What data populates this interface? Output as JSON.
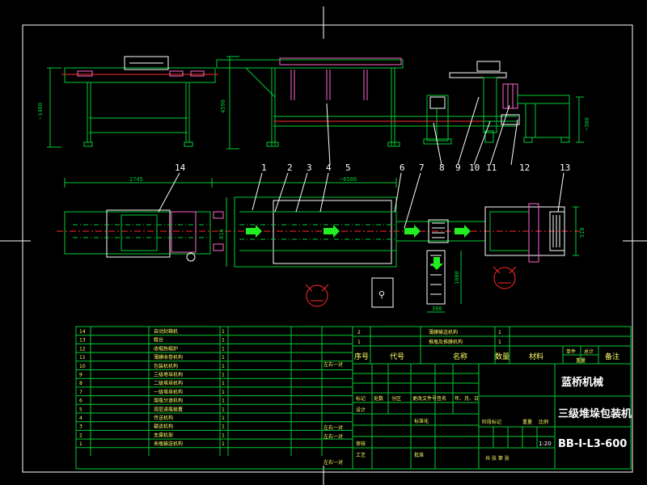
{
  "balloons": [
    "1",
    "2",
    "3",
    "4",
    "5",
    "6",
    "7",
    "8",
    "9",
    "10",
    "11",
    "12",
    "13",
    "14"
  ],
  "dimensions": {
    "top_height_left": "~1400",
    "top_height_mid": "4590",
    "top_height_right": "~300",
    "plan_length_left": "2745",
    "plan_length_main": "~6500",
    "plan_width_left": "810",
    "plan_width_right": "510",
    "side_pallet_height": "1000",
    "side_pallet_width": "300"
  },
  "small_mark": "⚲",
  "parts_list": [
    {
      "no": "14",
      "name": "自动封箱机",
      "qty": "1"
    },
    {
      "no": "13",
      "name": "辊台",
      "qty": "1"
    },
    {
      "no": "12",
      "name": "收缩热缩炉",
      "qty": "1"
    },
    {
      "no": "11",
      "name": "薄膜收卷机构",
      "qty": "1"
    },
    {
      "no": "10",
      "name": "包装机机构",
      "qty": "1"
    },
    {
      "no": "9",
      "name": "三级堆垛机构",
      "qty": "1"
    },
    {
      "no": "8",
      "name": "二级堆垛机构",
      "qty": "1"
    },
    {
      "no": "7",
      "name": "一级堆垛机构",
      "qty": "1"
    },
    {
      "no": "6",
      "name": "理瓶分道机构",
      "qty": "1"
    },
    {
      "no": "5",
      "name": "双层进瓶装置",
      "qty": "1"
    },
    {
      "no": "4",
      "name": "传送机构",
      "qty": "1"
    },
    {
      "no": "3",
      "name": "输送机构",
      "qty": "1"
    },
    {
      "no": "2",
      "name": "支撑机架",
      "qty": "1"
    },
    {
      "no": "1",
      "name": "来瓶输送机构",
      "qty": "1"
    }
  ],
  "parts_list_right": [
    {
      "no": "2",
      "name": "薄膜输送机构",
      "qty": "1"
    },
    {
      "no": "1",
      "name": "推瓶及推膜机构",
      "qty": "1"
    }
  ],
  "notes": [
    "左右一对",
    "左右一对",
    "左右一对",
    "左右一对"
  ],
  "header_row": {
    "seq": "序号",
    "code": "代号",
    "name": "名称",
    "qty": "数量",
    "material": "材料",
    "single": "单件",
    "total": "总计",
    "weight": "重量",
    "remark": "备注"
  },
  "title_block": {
    "company": "蓝桥机械",
    "title": "三级堆垛包装机",
    "drawing_no": "BB-I-L3-600",
    "scale": "1:20",
    "row_design": "设计",
    "row_std": "标准化",
    "row_check": "审核",
    "row_process": "工艺",
    "row_approve": "批准",
    "row_labels": [
      "标记",
      "处数",
      "分区",
      "更改文件号",
      "签名",
      "年、月、日"
    ],
    "stage_label": "阶段标记",
    "weight_label": "重量",
    "scale_label": "比例",
    "sheet_text": "共   张   第   张"
  },
  "colors": {
    "background": "#000000",
    "frame": "#ffffff",
    "structure": "#00cc33",
    "centerline": "#ff2a2a",
    "product": "#ff66cc",
    "flow_arrow": "#22ee22",
    "title_text": "#ffff66"
  }
}
